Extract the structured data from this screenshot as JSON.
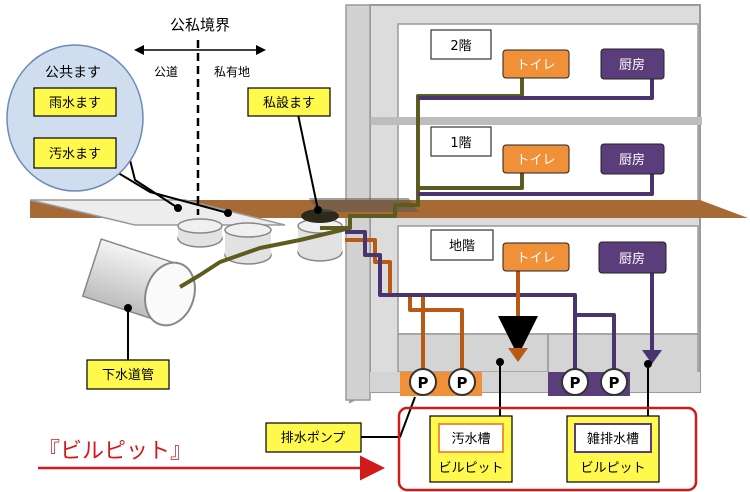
{
  "boundary": {
    "title": "公私境界",
    "left": "公道",
    "right": "私有地"
  },
  "public_box": {
    "title": "公共ます"
  },
  "labels": {
    "rain": "雨水ます",
    "sewage": "汚水ます",
    "private": "私設ます",
    "sewer_pipe": "下水道管",
    "pump": "排水ポンプ"
  },
  "floors": {
    "f2": "2階",
    "f1": "1階",
    "b1": "地階"
  },
  "fixtures": {
    "toilet": "トイレ",
    "kitchen": "厨房"
  },
  "pump_glyph": "P",
  "pits": {
    "sewage_tank": "汚水槽",
    "misc_tank": "雑排水槽",
    "pit_label": "ビルピット"
  },
  "callout": "『ビルピット』",
  "colors": {
    "toilet": "#f0913a",
    "kitchen": "#5a3d7a",
    "olive": "#5c5c1e",
    "brown_pipe": "#b85a14",
    "purple_pipe": "#4a3470",
    "ground": "#a86a34",
    "pit_border": "#d31a1a",
    "tag_yellow": "#fff94d",
    "circle_fill": "#cfddee"
  }
}
